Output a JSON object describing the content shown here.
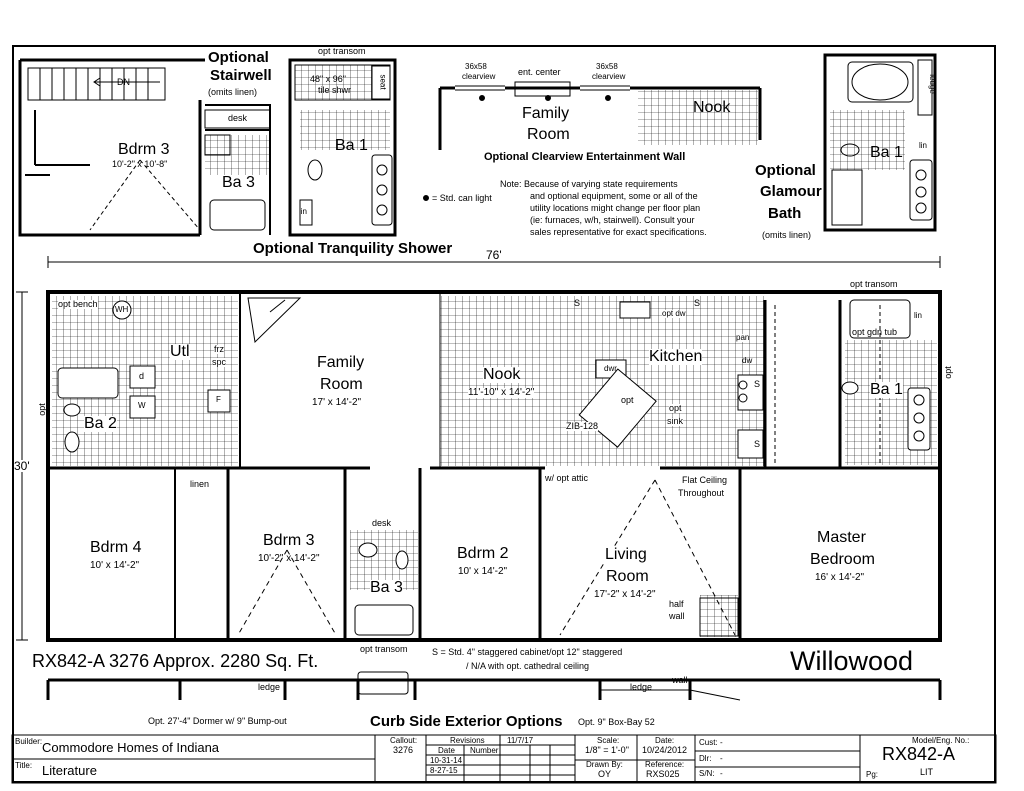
{
  "optional_stairwell": {
    "title_line1": "Optional",
    "title_line2": "Stairwell",
    "subtitle": "(omits linen)",
    "stair_label": "DN",
    "bdrm_label": "Bdrm 3",
    "bdrm_dims": "10'-2\" x 10'-8\"",
    "desk": "desk",
    "bath_label": "Ba 3"
  },
  "optional_tranquility": {
    "transom": "opt transom",
    "shower": "48\" x 96\"",
    "shower2": "tile shwr",
    "seat": "seat",
    "bath_label": "Ba 1",
    "lin": "lin",
    "legend": "= Std. can light",
    "caption": "Optional Tranquility Shower"
  },
  "optional_clearview": {
    "clear_left": "36x58",
    "clear_left2": "clearview",
    "clear_right": "36x58",
    "clear_right2": "clearview",
    "ent_center": "ent. center",
    "room": "Family",
    "room2": "Room",
    "nook": "Nook",
    "caption": "Optional Clearview Entertainment Wall"
  },
  "note_text": [
    "Note:  Because of varying state requirements",
    "and optional equipment, some or all of the",
    "utility locations might change per floor plan",
    "(ie: furnaces, w/h, stairwell).   Consult your",
    "sales representative for exact specifications."
  ],
  "optional_glamour": {
    "title1": "Optional",
    "title2": "Glamour",
    "title3": "Bath",
    "subtitle": "(omits linen)",
    "bath_label": "Ba 1",
    "lin": "lin",
    "ledge": "ledge"
  },
  "dimensions": {
    "width": "76'",
    "depth": "30'"
  },
  "main_plan": {
    "opt_bench": "opt bench",
    "wh": "WH",
    "utl": "Utl",
    "frz": "frz",
    "spc": "spc",
    "d": "d",
    "w": "W",
    "f": "F",
    "opt_left": "opt",
    "ba2": "Ba 2",
    "family": "Family",
    "family2": "Room",
    "family_dims": "17' x 14'-2\"",
    "nook": "Nook",
    "nook_dims": "11'-10\" x 14'-2\"",
    "kitchen": "Kitchen",
    "dwr": "dwr",
    "opt_c": "opt",
    "sink": "opt",
    "sink2": "sink",
    "zib": "ZIB-128",
    "opt_dw": "opt dw",
    "pan": "pan",
    "dw": "dw",
    "s": "S",
    "opt_transom_r": "opt transom",
    "opt_gdn_tub": "opt gdn tub",
    "ba1": "Ba 1",
    "lin": "lin",
    "opt_right": "opt",
    "bdrm4": "Bdrm 4",
    "bdrm4_dims": "10' x 14'-2\"",
    "linen": "linen",
    "bdrm3": "Bdrm 3",
    "bdrm3_dims": "10'-2\" x 14'-2\"",
    "desk": "desk",
    "ba3": "Ba 3",
    "bdrm2": "Bdrm 2",
    "bdrm2_dims": "10' x 14'-2\"",
    "attic": "w/ opt attic",
    "flat1": "Flat Ceiling",
    "flat2": "Throughout",
    "living": "Living",
    "living2": "Room",
    "living_dims": "17'-2\" x 14'-2\"",
    "half": "half",
    "wall": "wall",
    "master": "Master",
    "master2": "Bedroom",
    "master_dims": "16' x 14'-2\"",
    "opt_transom_b": "opt transom"
  },
  "model_title": "RX842-A 3276  Approx. 2280 Sq. Ft.",
  "s_note1": "S = Std. 4\" staggered cabinet/opt 12\" staggered",
  "s_note2": "/  N/A with opt. cathedral ceiling",
  "plan_name": "Willowood",
  "exterior": {
    "ledge_l": "ledge",
    "ledge_r": "ledge",
    "wall": "wall",
    "dormer": "Opt. 27'-4\" Dormer w/ 9\" Bump-out",
    "caption": "Curb Side Exterior Options",
    "boxbay": "Opt. 9\" Box-Bay 52"
  },
  "title_block": {
    "builder_lbl": "Builder:",
    "builder": "Commodore Homes of Indiana",
    "title_lbl": "Title:",
    "title": "Literature",
    "callout_lbl": "Callout:",
    "callout": "3276",
    "revisions_lbl": "Revisions",
    "rev_date": "11/7/17",
    "date_lbl": "Date",
    "number_lbl": "Number",
    "rev1": "10-31-14",
    "rev2": "8-27-15",
    "scale_lbl": "Scale:",
    "scale": "1/8\" = 1'-0\"",
    "drawn_lbl": "Drawn By:",
    "drawn": "OY",
    "date2_lbl": "Date:",
    "date2": "10/24/2012",
    "ref_lbl": "Reference:",
    "ref": "RXS025",
    "cust_lbl": "Cust:",
    "cust": "-",
    "dlr_lbl": "Dlr:",
    "dlr": "-",
    "sn_lbl": "S/N:",
    "sn": "-",
    "model_lbl": "Model/Eng. No.:",
    "model": "RX842-A",
    "pg_lbl": "Pg:",
    "pg": "LIT"
  }
}
